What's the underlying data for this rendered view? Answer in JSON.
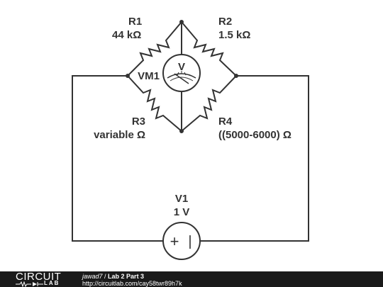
{
  "components": {
    "r1": {
      "name": "R1",
      "value": "44 kΩ"
    },
    "r2": {
      "name": "R2",
      "value": "1.5 kΩ"
    },
    "r3": {
      "name": "R3",
      "value": "variable Ω"
    },
    "r4": {
      "name": "R4",
      "value": "((5000-6000) Ω"
    },
    "vm1": {
      "name": "VM1",
      "symbol": "V"
    },
    "v1": {
      "name": "V1",
      "value": "1 V",
      "plus": "+",
      "minus": "|"
    }
  },
  "footer": {
    "logo_top": "CIRCUIT",
    "logo_bottom": "LAB",
    "author": "jawad7",
    "separator": " / ",
    "title": "Lab 2 Part 3",
    "url": "http://circuitlab.com/cay58twr89h7k"
  },
  "colors": {
    "ink": "#333333",
    "footer_bg": "#1a1a1a",
    "footer_text": "#ffffff"
  }
}
